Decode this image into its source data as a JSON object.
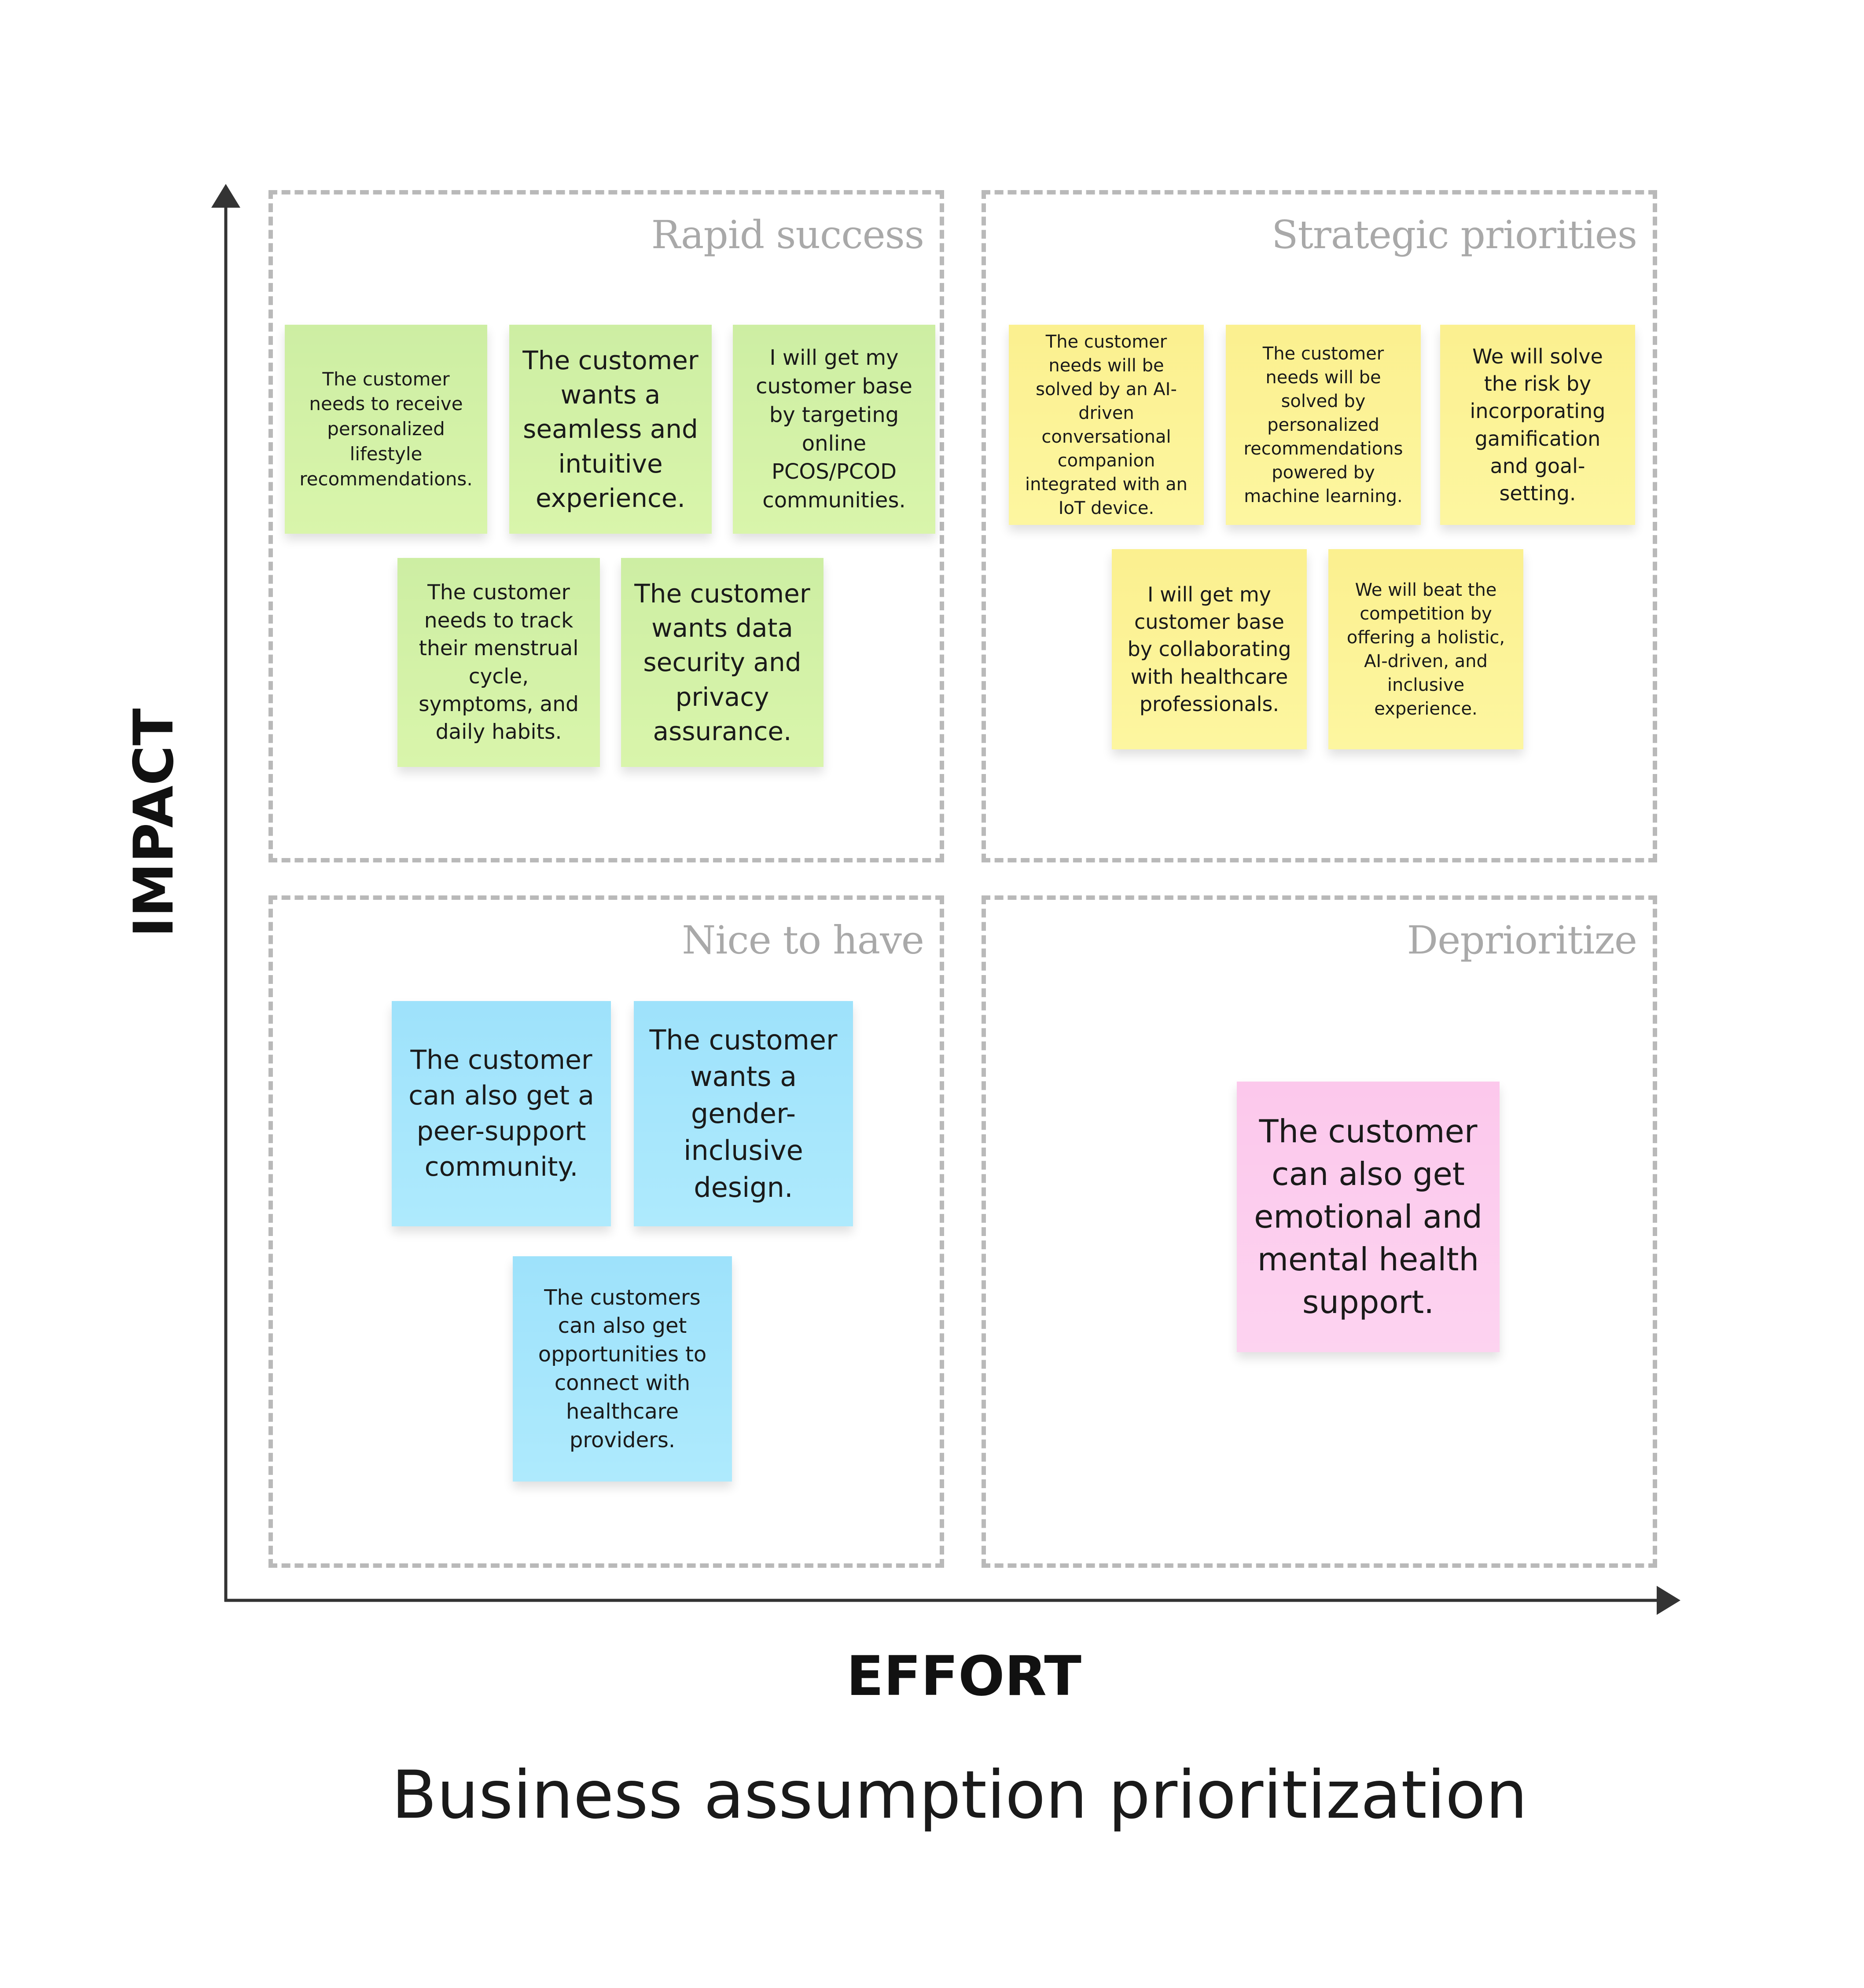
{
  "title": "Business assumption prioritization",
  "axes": {
    "y_label": "IMPACT",
    "x_label": "EFFORT"
  },
  "quadrants": {
    "rapid_success": {
      "title": "Rapid success",
      "notes": [
        "The customer needs to receive personalized lifestyle recommendations.",
        "The customer wants a seamless and intuitive experience.",
        "I will get my customer base by targeting online PCOS/PCOD communities.",
        "The customer needs to track their menstrual cycle, symptoms, and daily habits.",
        "The customer wants data security and privacy assurance."
      ]
    },
    "strategic_priorities": {
      "title": "Strategic priorities",
      "notes": [
        "The customer needs will be solved by an AI-driven conversational companion integrated with an IoT device.",
        "The customer needs will be solved by personalized recommendations powered by machine learning.",
        "We will solve the risk by incorporating gamification and goal-setting.",
        "I will get my customer base by collaborating with healthcare professionals.",
        "We will beat the competition by offering a holistic, AI-driven, and inclusive experience."
      ]
    },
    "nice_to_have": {
      "title": "Nice to have",
      "notes": [
        "The customer can also get a peer-support community.",
        "The customer wants a gender-inclusive design.",
        "The customers can also get opportunities to connect with healthcare providers."
      ]
    },
    "deprioritize": {
      "title": "Deprioritize",
      "notes": [
        "The customer can also get emotional and mental health support."
      ]
    }
  },
  "colors": {
    "rapid_success": "#d4f2a6",
    "strategic_priorities": "#fcf398",
    "nice_to_have": "#a6e6fc",
    "deprioritize": "#fccdee",
    "border": "#b9b9b9",
    "axis": "#333333"
  }
}
